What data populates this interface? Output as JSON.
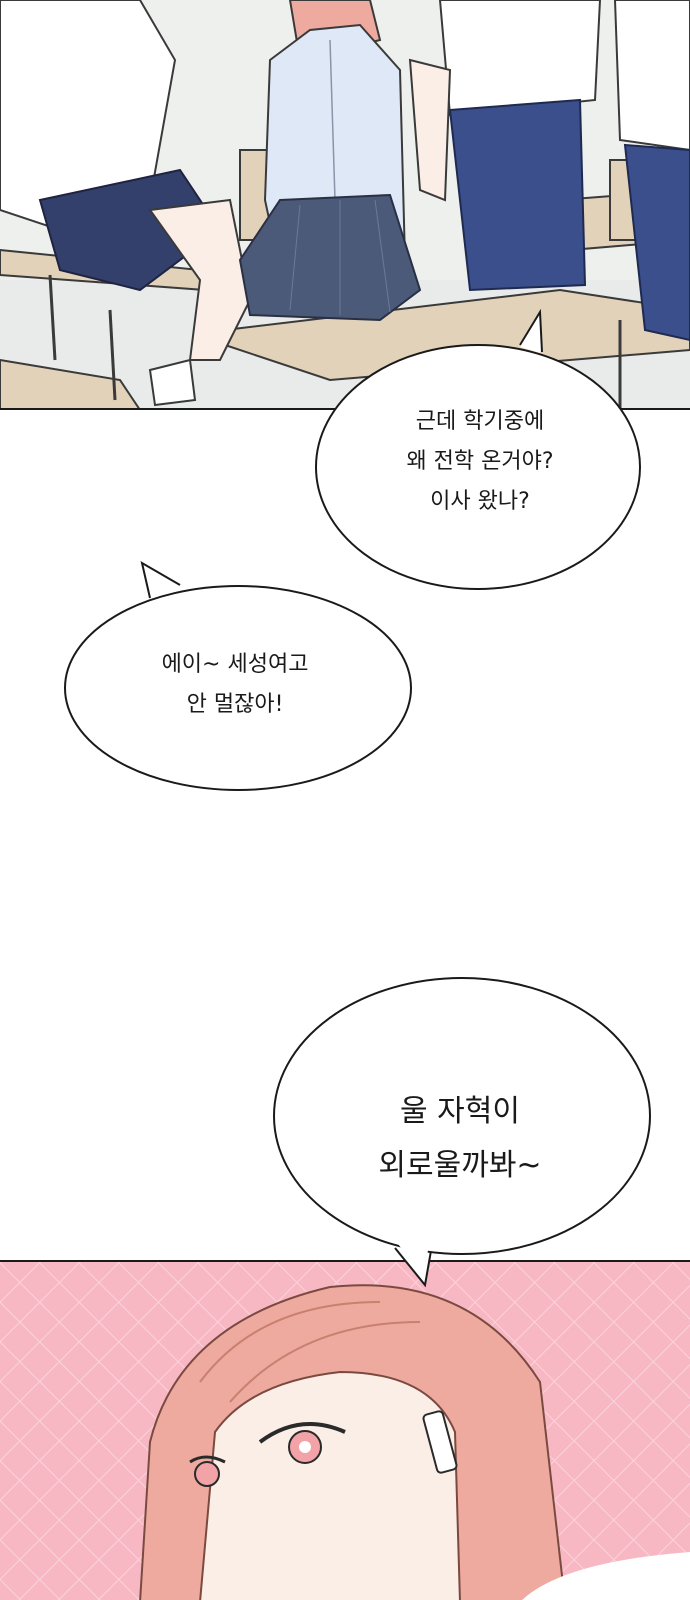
{
  "speech_bubbles": [
    {
      "text": "근데 학기중에\n왜 전학 온거야?\n이사 왔나?"
    },
    {
      "text": "에이~ 세성여고\n안 멀잖아!"
    },
    {
      "text": "울 자혁이\n외로울까봐~"
    }
  ],
  "colors": {
    "classroom_bg": "#eef0ee",
    "desk_wood": "#e3d2ba",
    "shirt_blue": "#dfe8f6",
    "skirt_navy": "#33406c",
    "pants_navy": "#3a4f8c",
    "panel_pink": "#f7b8c4",
    "hair_pink": "#eeaa9e",
    "skin": "#fbeee6"
  }
}
